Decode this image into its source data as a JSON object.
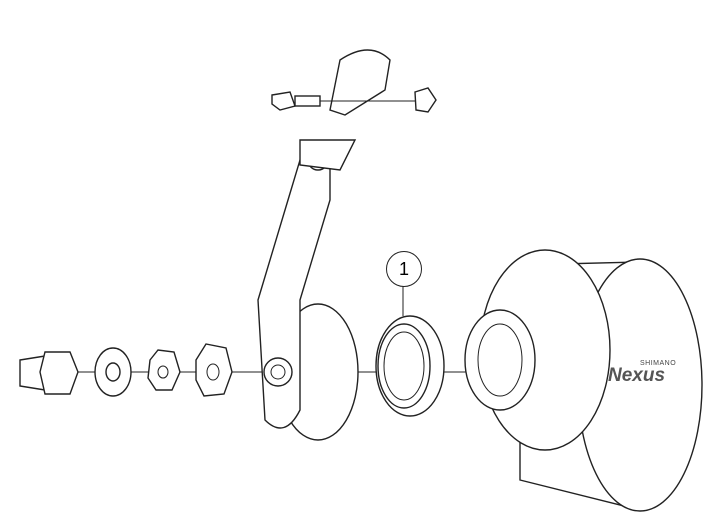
{
  "diagram": {
    "callout_number": "1",
    "hub_brand": "SHIMANO",
    "hub_model": "Nexus",
    "colors": {
      "line": "#222222",
      "background": "#ffffff"
    }
  }
}
